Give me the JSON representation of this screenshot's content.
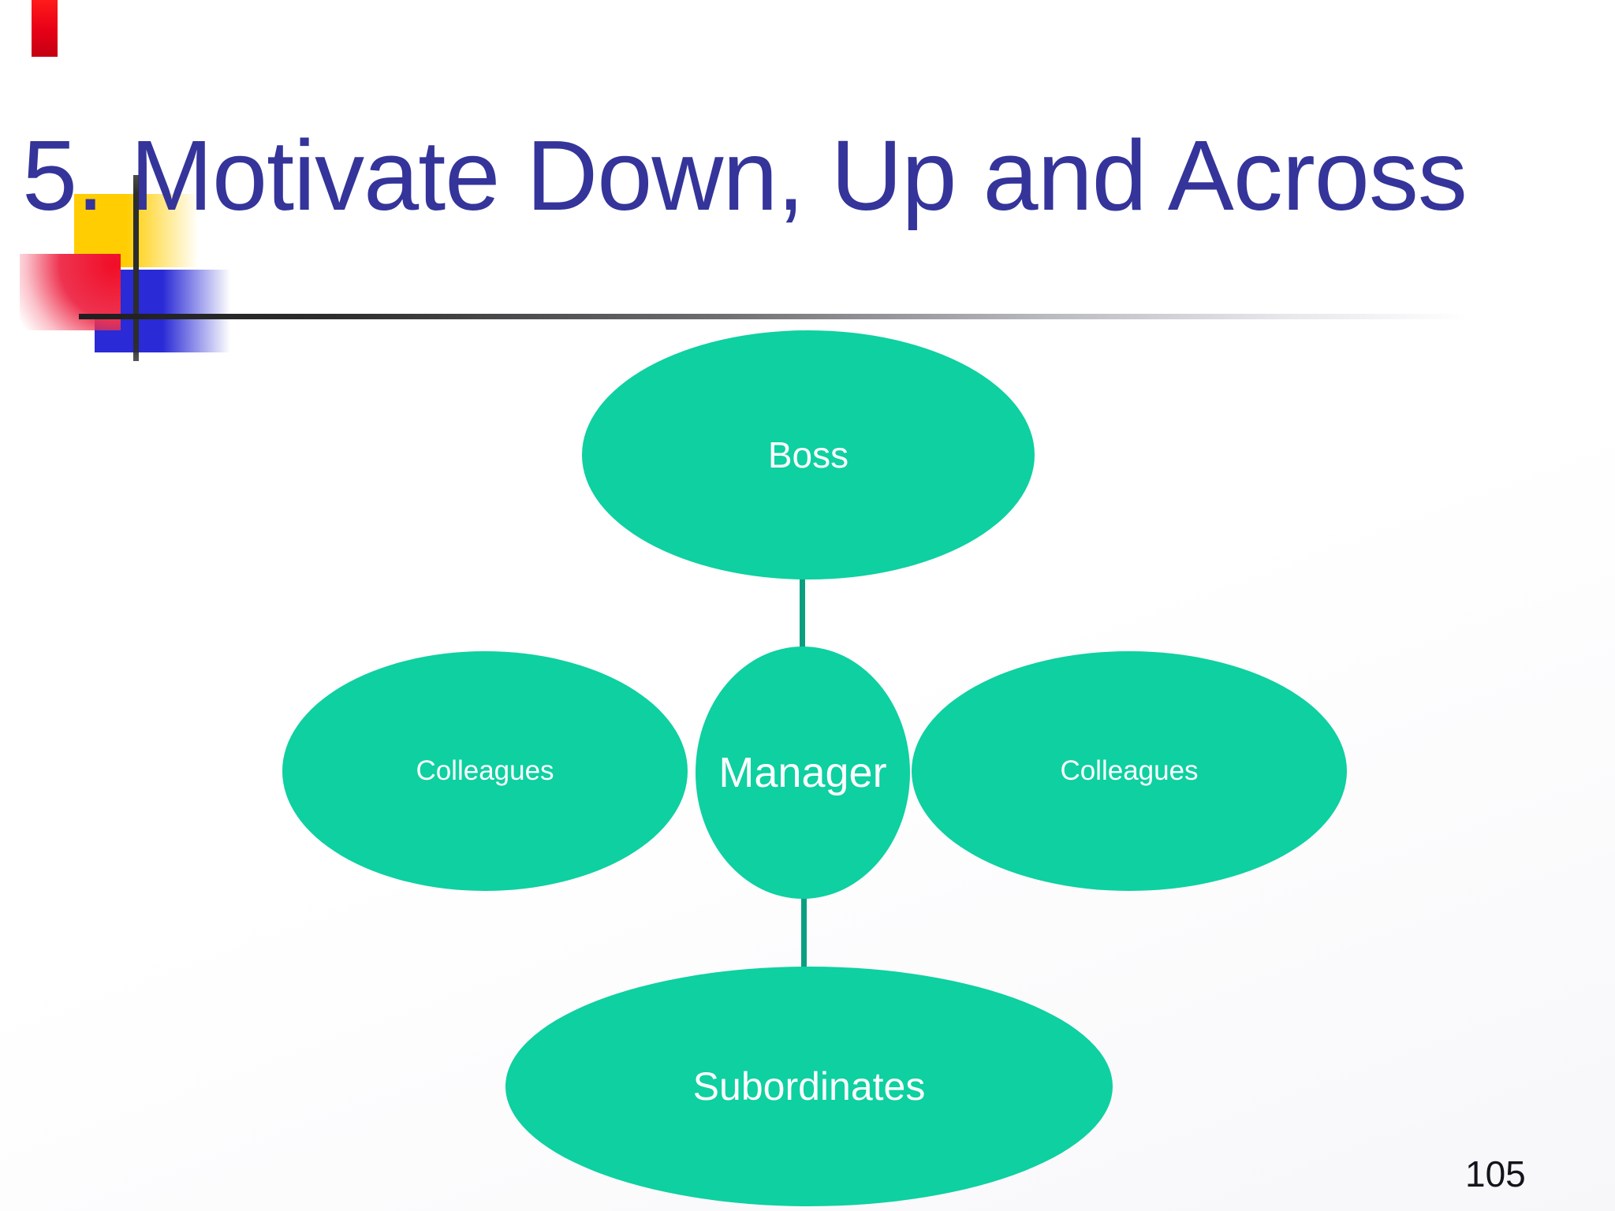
{
  "slide": {
    "title": "5. Motivate Down, Up and Across",
    "page_number": "105"
  },
  "diagram": {
    "nodes": {
      "boss": {
        "label": "Boss"
      },
      "colleagues_left": {
        "label": "Colleagues"
      },
      "manager": {
        "label": "Manager"
      },
      "colleagues_right": {
        "label": "Colleagues"
      },
      "subordinates": {
        "label": "Subordinates"
      }
    },
    "connections": [
      {
        "from": "Boss",
        "to": "Manager"
      },
      {
        "from": "Manager",
        "to": "Subordinates"
      }
    ]
  },
  "colors": {
    "title_text": "#34349a",
    "ellipse_fill": "#0ed0a0",
    "ellipse_text": "#ffffff",
    "connector": "#0b9f82",
    "accent_yellow": "#ffcd02",
    "accent_blue": "#2a2ad6",
    "accent_red": "#f1112a",
    "crosshair_line": "#2d2d2d",
    "page_number_text": "#14141c"
  }
}
